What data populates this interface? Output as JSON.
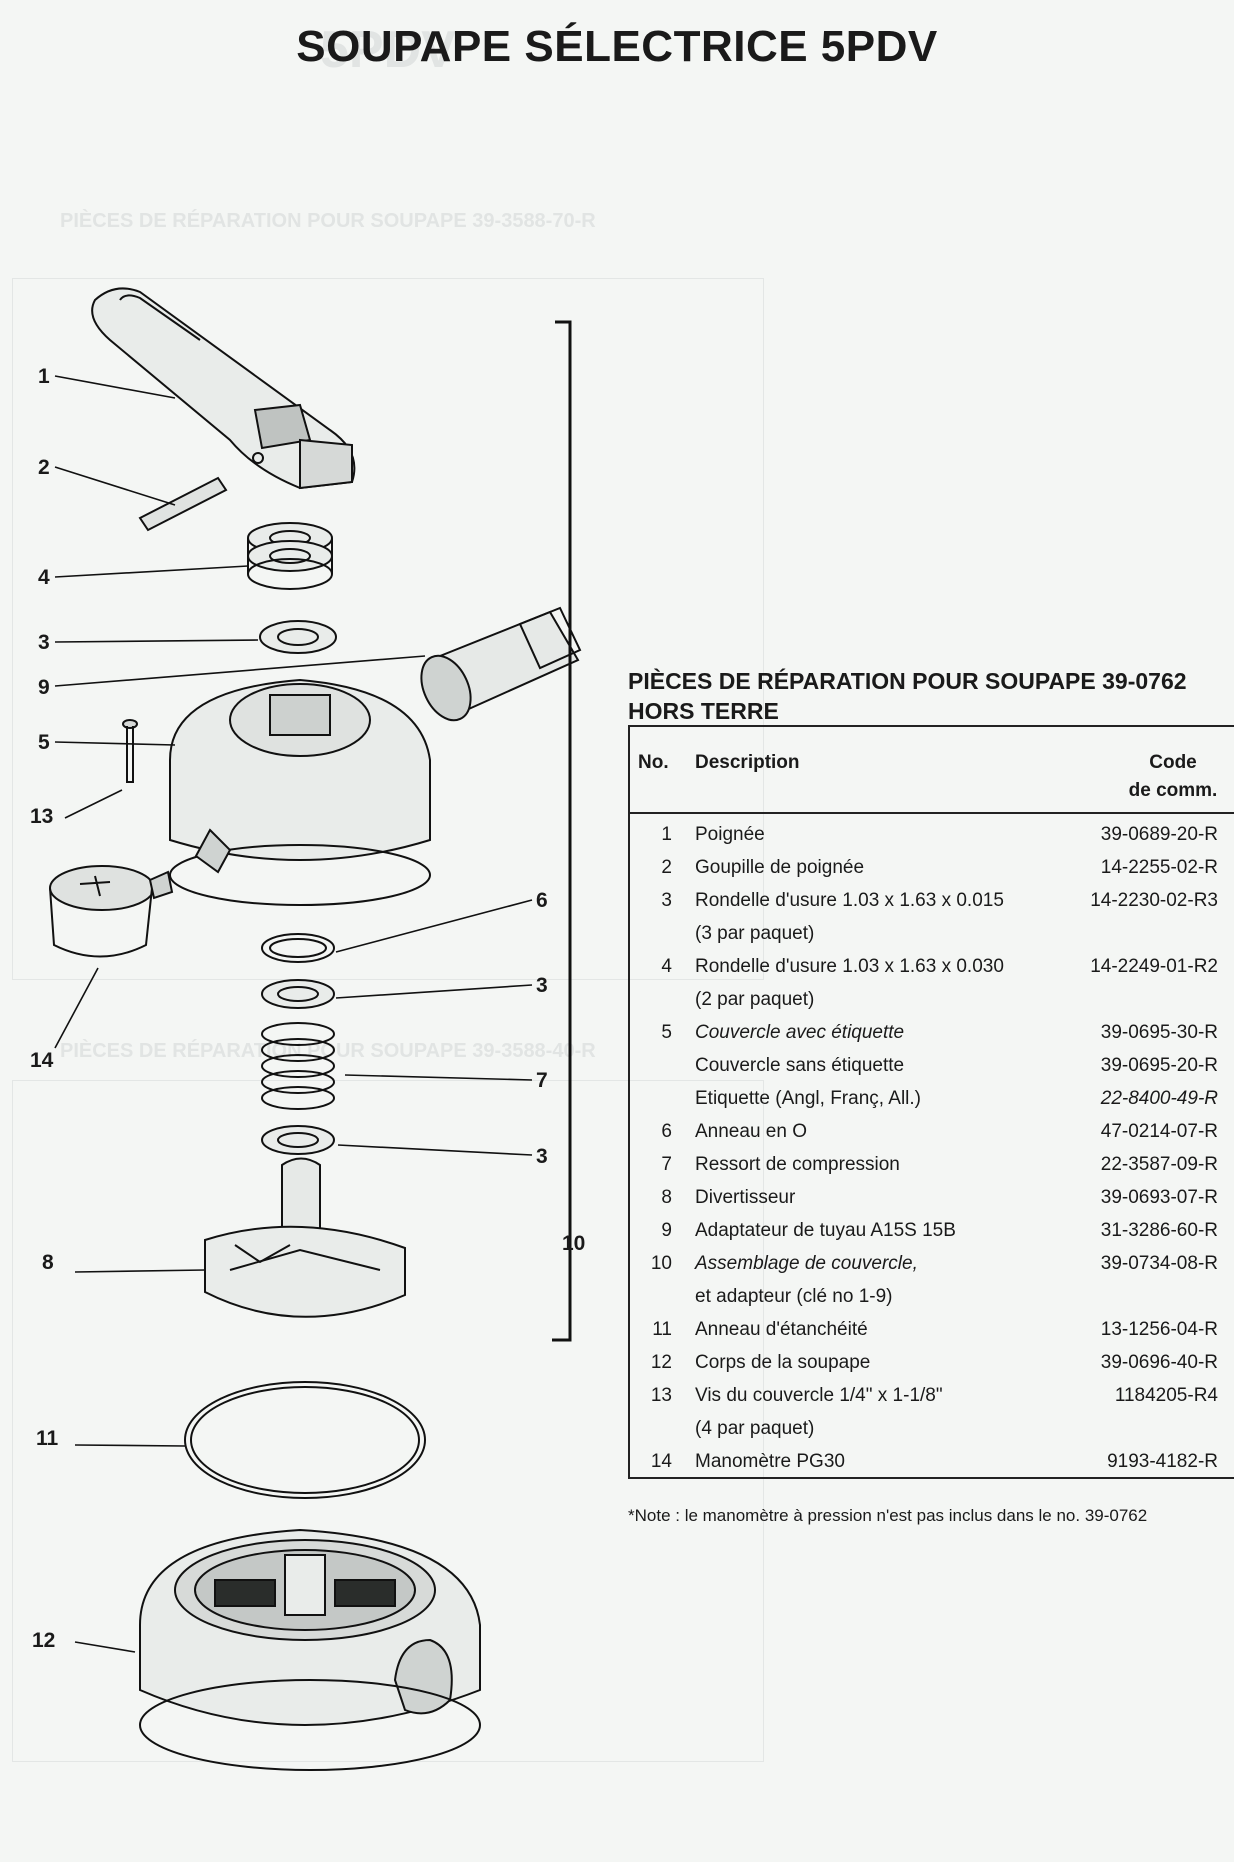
{
  "ghost": {
    "title": "5PDV",
    "header": "PIÈCES DE RÉPARATION POUR SOUPAPE 39-3588-70-R",
    "header2": "PIÈCES DE RÉPARATION POUR SOUPAPE 39-3588-40-R"
  },
  "page_title": "SOUPAPE SÉLECTRICE 5PDV",
  "callouts": [
    {
      "id": "c1",
      "label": "1"
    },
    {
      "id": "c2",
      "label": "2"
    },
    {
      "id": "c4",
      "label": "4"
    },
    {
      "id": "c3a",
      "label": "3"
    },
    {
      "id": "c9",
      "label": "9"
    },
    {
      "id": "c5",
      "label": "5"
    },
    {
      "id": "c13",
      "label": "13"
    },
    {
      "id": "c6",
      "label": "6"
    },
    {
      "id": "c3b",
      "label": "3"
    },
    {
      "id": "c14",
      "label": "14"
    },
    {
      "id": "c7",
      "label": "7"
    },
    {
      "id": "c3c",
      "label": "3"
    },
    {
      "id": "c10",
      "label": "10"
    },
    {
      "id": "c8",
      "label": "8"
    },
    {
      "id": "c11",
      "label": "11"
    },
    {
      "id": "c12",
      "label": "12"
    }
  ],
  "parts_table": {
    "title_line1": "PIÈCES DE RÉPARATION POUR SOUPAPE 39-0762",
    "title_line2": "HORS TERRE",
    "headers": {
      "no": "No.",
      "description": "Description",
      "code_line1": "Code",
      "code_line2": "de comm."
    },
    "rows": [
      {
        "no": "1",
        "desc": "Poignée",
        "code": "39-0689-20-R"
      },
      {
        "no": "2",
        "desc": "Goupille de poignée",
        "code": "14-2255-02-R"
      },
      {
        "no": "3",
        "desc": "Rondelle d'usure 1.03 x 1.63 x 0.015",
        "code": "14-2230-02-R3"
      },
      {
        "no": "",
        "desc": "(3 par paquet)",
        "code": ""
      },
      {
        "no": "4",
        "desc": "Rondelle d'usure 1.03 x 1.63 x 0.030",
        "code": "14-2249-01-R2"
      },
      {
        "no": "",
        "desc": "(2 par paquet)",
        "code": ""
      },
      {
        "no": "5",
        "desc": "Couvercle avec étiquette",
        "code": "39-0695-30-R",
        "italic": true
      },
      {
        "no": "",
        "desc": "Couvercle sans étiquette",
        "code": "39-0695-20-R"
      },
      {
        "no": "",
        "desc": "Etiquette (Angl, Franç, All.)",
        "code": "22-8400-49-R",
        "italic_code": true
      },
      {
        "no": "6",
        "desc": "Anneau en O",
        "code": "47-0214-07-R"
      },
      {
        "no": "7",
        "desc": "Ressort de compression",
        "code": "22-3587-09-R"
      },
      {
        "no": "8",
        "desc": "Divertisseur",
        "code": "39-0693-07-R"
      },
      {
        "no": "9",
        "desc": "Adaptateur de tuyau A15S 15B",
        "code": "31-3286-60-R"
      },
      {
        "no": "10",
        "desc": "Assemblage de couvercle,",
        "code": "39-0734-08-R",
        "italic": true
      },
      {
        "no": "",
        "desc": " et adapteur (clé no 1-9)",
        "code": ""
      },
      {
        "no": "11",
        "desc": "Anneau d'étanchéité",
        "code": "13-1256-04-R"
      },
      {
        "no": "12",
        "desc": "Corps de la soupape",
        "code": "39-0696-40-R"
      },
      {
        "no": "13",
        "desc": "Vis du couvercle 1/4\" x 1-1/8\"",
        "code": "1184205-R4"
      },
      {
        "no": "",
        "desc": "(4 par paquet)",
        "code": ""
      },
      {
        "no": "14",
        "desc": "Manomètre PG30",
        "code": "9193-4182-R"
      }
    ]
  },
  "note": "*Note : le manomètre à pression n'est pas inclus dans le no. 39-0762"
}
